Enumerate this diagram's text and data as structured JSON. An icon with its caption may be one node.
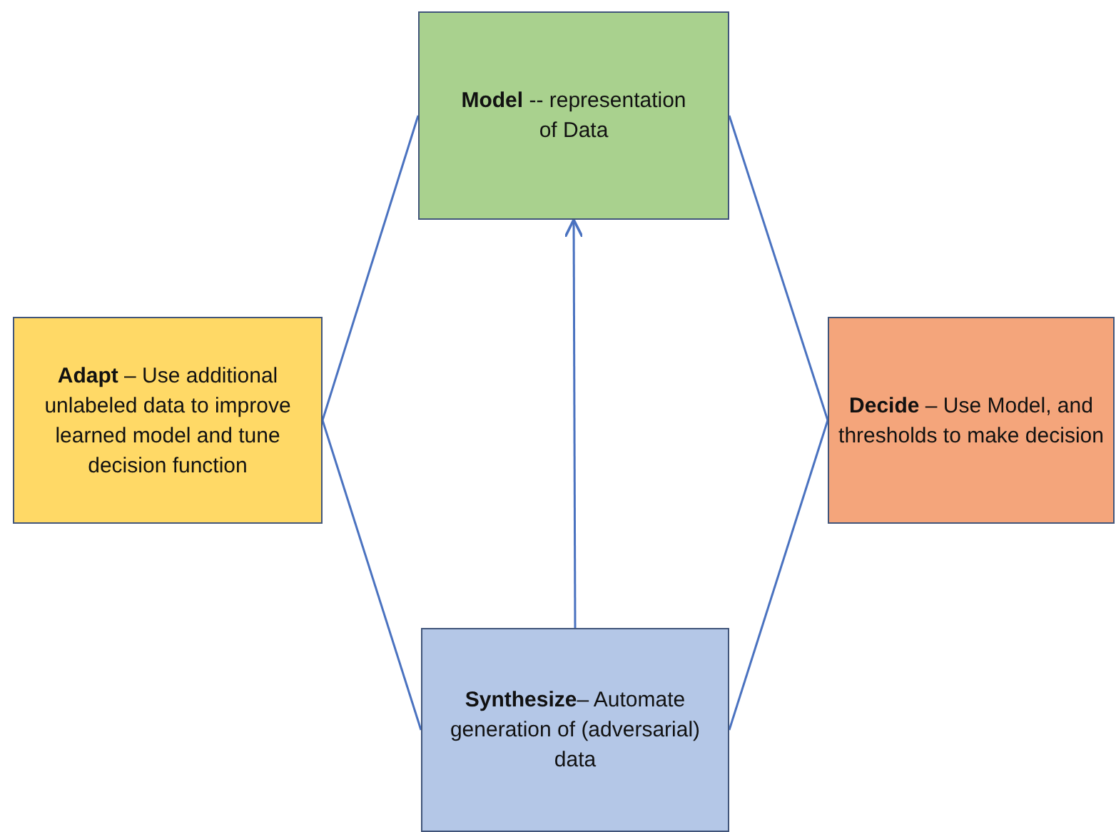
{
  "diagram": {
    "nodes": [
      {
        "text": [
          "**Model** -- representation of Data"
        ]
      },
      {
        "text": [
          "**Adapt** – Use additional unlabeled data to improve learned model and tune decision function"
        ]
      },
      {
        "text": [
          "**Decide** – Use Model, and thresholds to make decision"
        ]
      },
      {
        "text": [
          "**Synthesize**– Automate generation of (adversarial) data"
        ]
      }
    ],
    "edges": [
      {
        "from": 0,
        "to": 1,
        "arrow": "none"
      },
      {
        "from": 0,
        "to": 2,
        "arrow": "none"
      },
      {
        "from": 1,
        "to": 3,
        "arrow": "none"
      },
      {
        "from": 2,
        "to": 3,
        "arrow": "none"
      },
      {
        "from": 3,
        "to": 0,
        "arrow": "to"
      }
    ]
  }
}
